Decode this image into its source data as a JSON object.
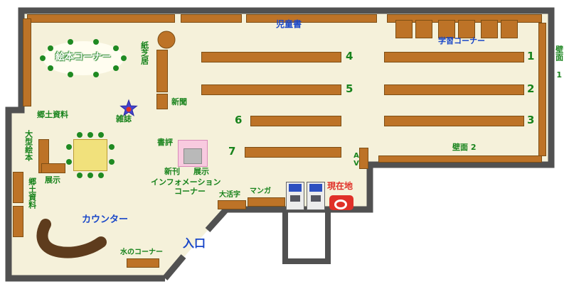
{
  "labels": {
    "children_books": "児童書",
    "study_corner": "学習コーナー",
    "wall1": "壁面 1",
    "wall2": "壁面 2",
    "picture_book_corner": "絵本コーナー",
    "kamishibai": "紙芝居",
    "newspaper": "新聞",
    "local_materials_upper": "郷土資料",
    "magazine": "雑誌",
    "large_picture_books": "大型絵本",
    "local_materials_lower": "郷土資料",
    "exhibit_1": "展示",
    "book_review": "書評",
    "new_books": "新刊",
    "exhibit_2": "展示",
    "information_line1": "インフォメーション",
    "information_line2": "コーナー",
    "large_print": "大活字",
    "manga": "マンガ",
    "current_location": "現在地",
    "counter": "カウンター",
    "water_corner": "水のコーナー",
    "entrance": "入口",
    "av": "AV"
  },
  "shelf_numbers": {
    "s1": "1",
    "s2": "2",
    "s3": "3",
    "s4": "4",
    "s5": "5",
    "s6": "6",
    "s7": "7"
  },
  "colors": {
    "floor": "#f5f1da",
    "wall": "#515151",
    "shelf": "#bd7327",
    "shelf_border": "#7d4e14",
    "green_text": "#18831c",
    "blue_text": "#1846c8",
    "red_text": "#e03028",
    "counter_desk": "#5e3c1d",
    "reading_table": "#f1e17c",
    "display_pink": "#f8cadf",
    "star_blue": "#4343cf",
    "marker_red": "#e03028"
  }
}
